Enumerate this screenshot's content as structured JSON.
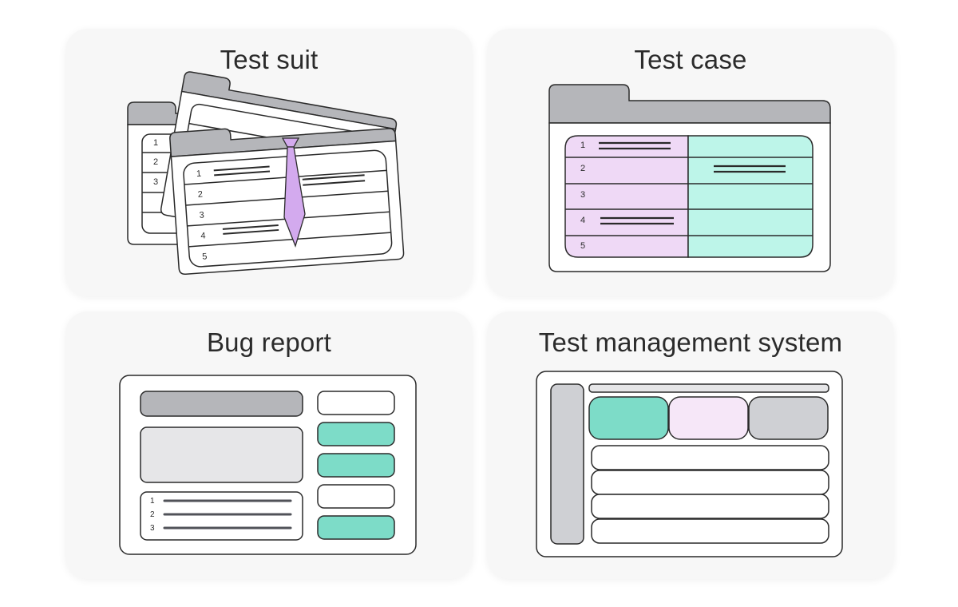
{
  "cards": {
    "suite": {
      "title": "Test suit"
    },
    "case": {
      "title": "Test case"
    },
    "bug": {
      "title": "Bug report"
    },
    "tms": {
      "title": "Test management system"
    }
  },
  "row_numbers": [
    "1",
    "2",
    "3",
    "4",
    "5"
  ],
  "bug_list_numbers": [
    "1",
    "2",
    "3"
  ],
  "colors": {
    "card_bg": "#f7f7f7",
    "outline": "#2a2a2a",
    "tab_gray": "#b5b6ba",
    "light_gray": "#e6e6e8",
    "mid_gray": "#cfd0d4",
    "lavender": "#efd9f6",
    "lavender_light": "#f6e7f8",
    "mint": "#bdf5e9",
    "teal": "#7ddcc8",
    "tie": "#d3aaee"
  },
  "icons": {
    "suite": "stacked-folders-with-tie",
    "case": "folder-table",
    "bug": "report-window",
    "tms": "dashboard-window"
  }
}
